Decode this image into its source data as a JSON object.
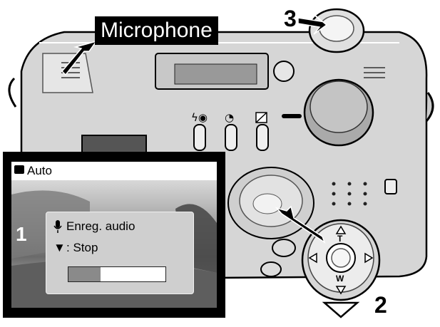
{
  "callouts": {
    "microphone": "Microphone",
    "step1": "1",
    "step2": "2",
    "step3": "3"
  },
  "lcd": {
    "mode_label": "Auto",
    "recording_label": "Enreg. audio",
    "stop_label": ": Stop",
    "recording_progress_percent": 33
  },
  "controller": {
    "tele_label": "T",
    "wide_label": "W"
  },
  "icons": [
    "camera-icon",
    "microphone-icon",
    "down-arrow-icon",
    "flash-icon",
    "self-timer-icon",
    "exposure-comp-icon"
  ]
}
